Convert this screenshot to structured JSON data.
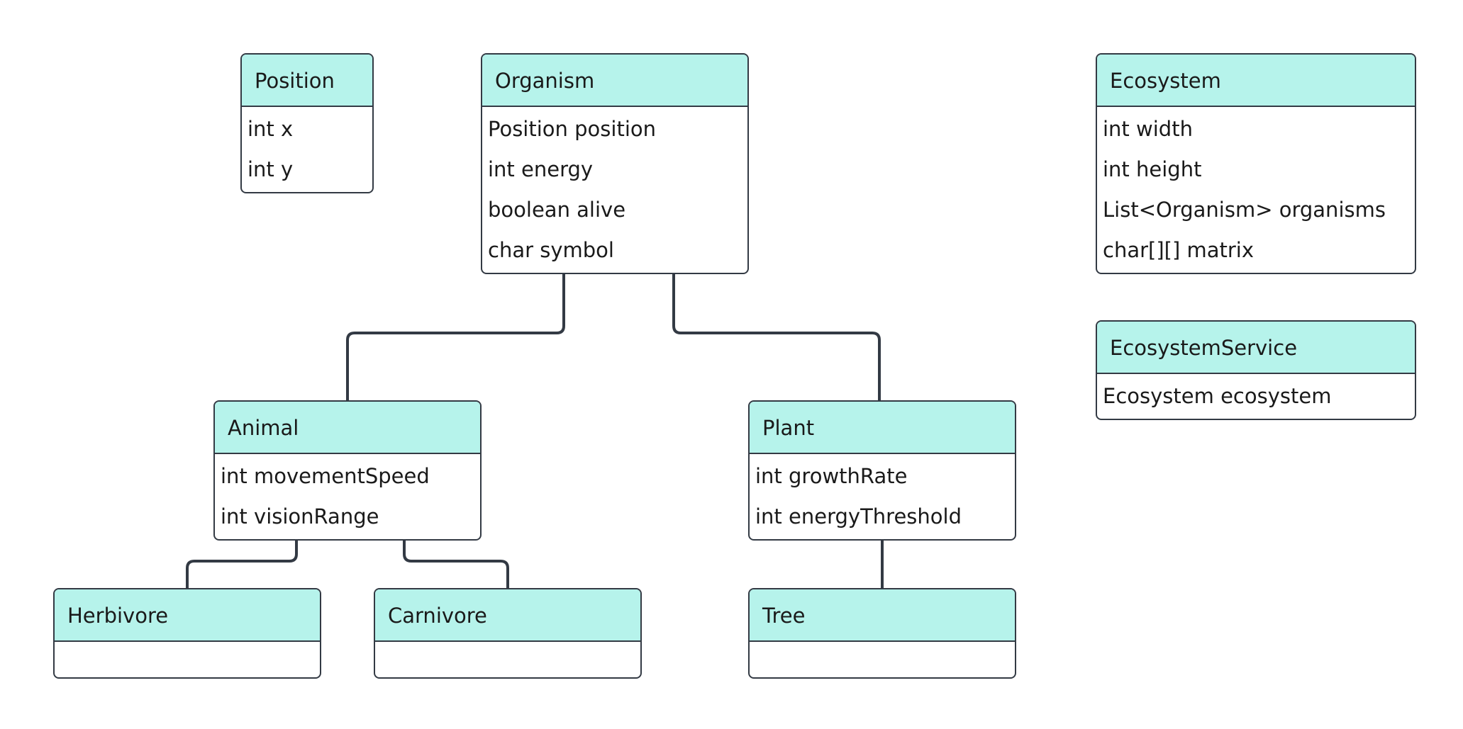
{
  "diagram": {
    "colors": {
      "header_fill": "#b6f3eb",
      "border": "#333a44",
      "edge": "#333a44"
    },
    "classes": {
      "position": {
        "name": "Position",
        "attributes": [
          "int x",
          "int y"
        ]
      },
      "organism": {
        "name": "Organism",
        "attributes": [
          "Position position",
          "int energy",
          "boolean alive",
          "char symbol"
        ]
      },
      "ecosystem": {
        "name": "Ecosystem",
        "attributes": [
          "int width",
          "int height",
          "List<Organism> organisms",
          "char[][] matrix"
        ]
      },
      "ecosystem_service": {
        "name": "EcosystemService",
        "attributes": [
          "Ecosystem ecosystem"
        ]
      },
      "animal": {
        "name": "Animal",
        "attributes": [
          "int movementSpeed",
          "int visionRange"
        ]
      },
      "plant": {
        "name": "Plant",
        "attributes": [
          "int growthRate",
          "int energyThreshold"
        ]
      },
      "herbivore": {
        "name": "Herbivore",
        "attributes": []
      },
      "carnivore": {
        "name": "Carnivore",
        "attributes": []
      },
      "tree": {
        "name": "Tree",
        "attributes": []
      }
    },
    "relations": [
      {
        "from": "organism",
        "to": "animal"
      },
      {
        "from": "organism",
        "to": "plant"
      },
      {
        "from": "animal",
        "to": "herbivore"
      },
      {
        "from": "animal",
        "to": "carnivore"
      },
      {
        "from": "plant",
        "to": "tree"
      }
    ]
  }
}
